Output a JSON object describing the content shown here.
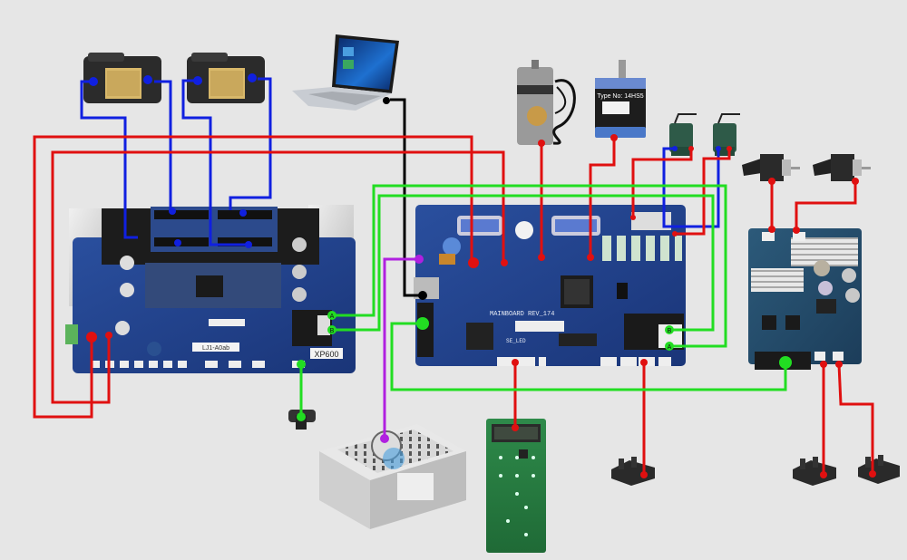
{
  "diagram": {
    "title": "Printer control system wiring diagram",
    "wire_colors": {
      "power_signal": "#e01010",
      "printhead_data": "#1020e0",
      "usb": "#000000",
      "fiber_link": "#22dd22",
      "psu": "#b020e0"
    },
    "components": {
      "printhead_left": "Printhead",
      "printhead_right": "Printhead",
      "laptop": "Computer",
      "servo_motor": "Servo motor",
      "stepper_motor": "Stepper motor",
      "stepper_label": "Type No: 14HS5",
      "solenoid_left": "Solenoid valve",
      "solenoid_right": "Solenoid valve",
      "small_stepper_left": "Stepper motor",
      "small_stepper_right": "Stepper motor",
      "head_board": "Head board",
      "head_board_label": "XP600",
      "head_board_sticker": "LJ1-A0ab",
      "main_board": "Main board",
      "main_board_silk": "MAINBOARD REV_174",
      "main_board_silk2": "SE_LED",
      "driver_board": "Driver board",
      "encoder_sensor": "Encoder sensor",
      "power_supply": "Power supply",
      "control_panel": "Control panel",
      "limit_switch_1": "Limit switch",
      "limit_switch_2": "Limit switch",
      "limit_switch_3": "Limit switch"
    },
    "port_labels": {
      "fiber_a": "A",
      "fiber_b": "B"
    }
  }
}
